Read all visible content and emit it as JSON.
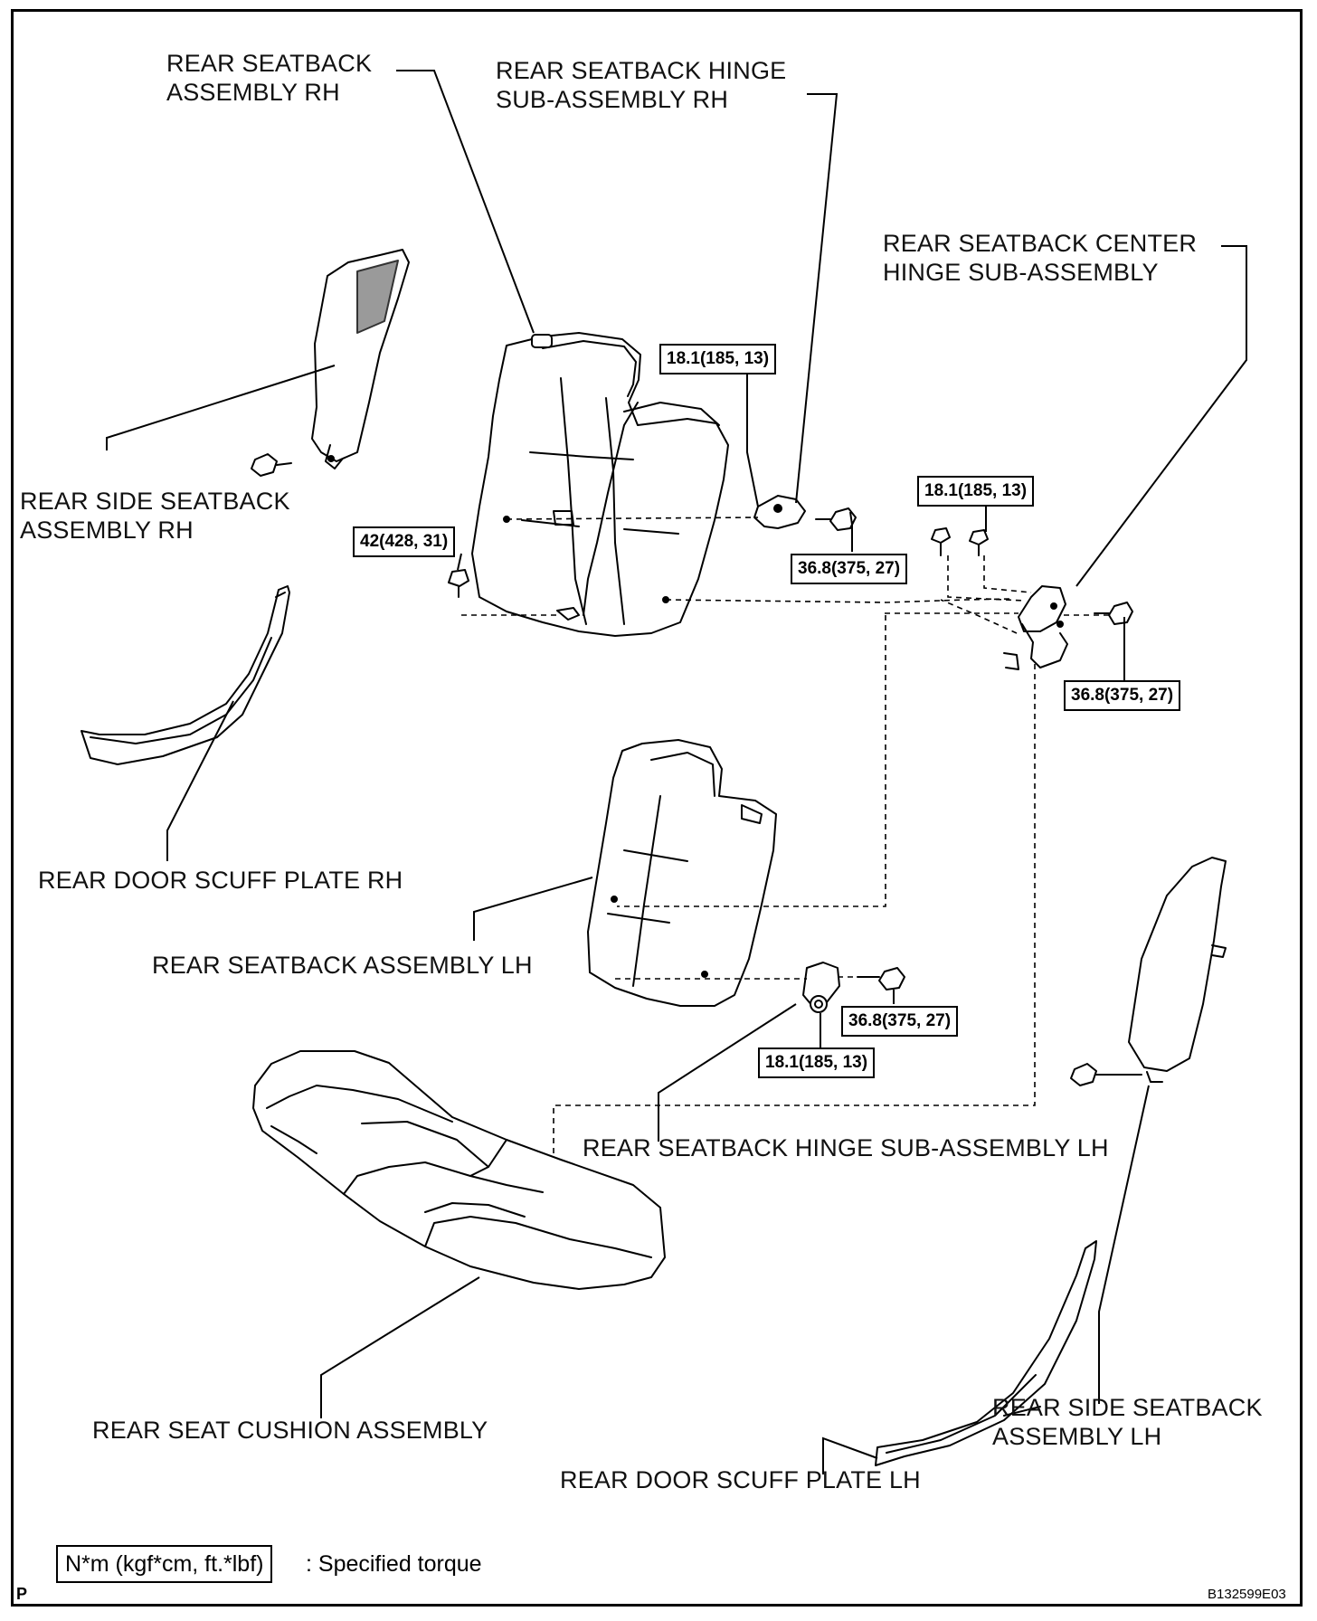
{
  "labels": {
    "seatback_rh": "REAR SEATBACK\nASSEMBLY RH",
    "hinge_rh": "REAR SEATBACK HINGE\nSUB-ASSEMBLY RH",
    "center_hinge": "REAR SEATBACK CENTER\nHINGE SUB-ASSEMBLY",
    "side_seatback_rh": "REAR SIDE SEATBACK\nASSEMBLY RH",
    "scuff_rh": "REAR DOOR SCUFF PLATE RH",
    "seatback_lh": "REAR SEATBACK ASSEMBLY LH",
    "hinge_lh": "REAR SEATBACK HINGE SUB-ASSEMBLY LH",
    "cushion": "REAR SEAT CUSHION ASSEMBLY",
    "side_seatback_lh": "REAR SIDE SEATBACK\nASSEMBLY LH",
    "scuff_lh": "REAR DOOR SCUFF PLATE LH"
  },
  "torques": {
    "t1": "18.1(185, 13)",
    "t2": "36.8(375, 27)",
    "t3": "42(428, 31)",
    "t4": "18.1(185, 13)",
    "t5": "36.8(375, 27)",
    "t6": "36.8(375, 27)",
    "t7": "18.1(185, 13)"
  },
  "legend": {
    "box": "N*m (kgf*cm, ft.*lbf)",
    "text": ": Specified torque"
  },
  "corner_left": "P",
  "corner_right": "B132599E03"
}
